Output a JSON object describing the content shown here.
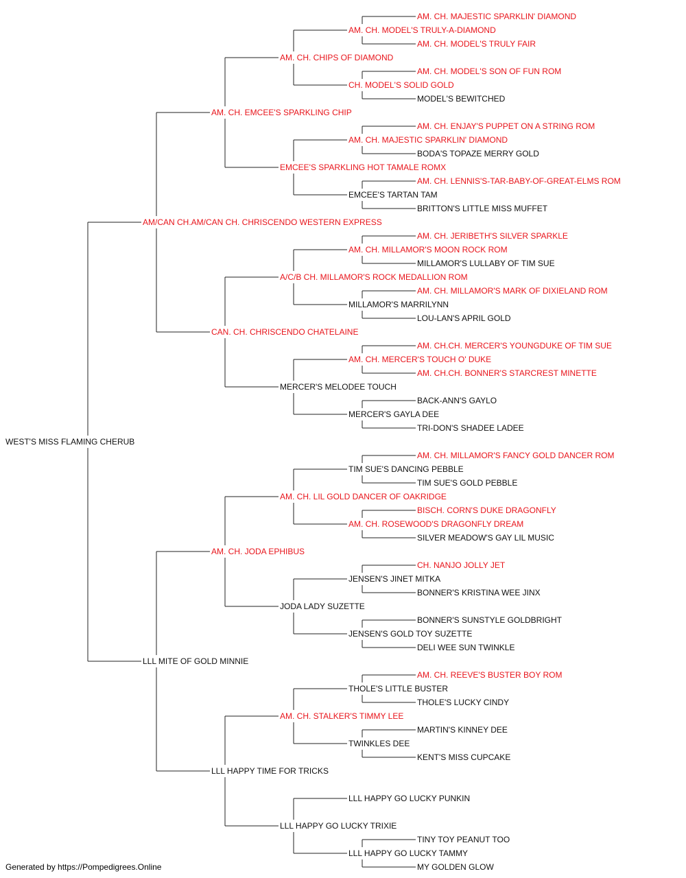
{
  "colors": {
    "champion": "#e8141b",
    "normal": "#111111",
    "line": "#222222"
  },
  "pedigree": {
    "name": "WEST'S MISS FLAMING CHERUB",
    "champion": false,
    "sire": {
      "name": "AM/CAN CH.AM/CAN CH. CHRISCENDO WESTERN EXPRESS",
      "champion": true,
      "sire": {
        "name": "AM. CH. EMCEE'S SPARKLING CHIP",
        "champion": true,
        "sire": {
          "name": "AM. CH. CHIPS OF DIAMOND",
          "champion": true,
          "sire": {
            "name": "AM. CH. MODEL'S TRULY-A-DIAMOND",
            "champion": true,
            "sire": {
              "name": "AM. CH. MAJESTIC SPARKLIN' DIAMOND",
              "champion": true
            },
            "dam": {
              "name": "AM. CH. MODEL'S TRULY FAIR",
              "champion": true
            }
          },
          "dam": {
            "name": "CH. MODEL'S SOLID GOLD",
            "champion": true,
            "sire": {
              "name": "AM. CH. MODEL'S SON OF FUN ROM",
              "champion": true
            },
            "dam": {
              "name": "MODEL'S BEWITCHED",
              "champion": false
            }
          }
        },
        "dam": {
          "name": "EMCEE'S SPARKLING HOT TAMALE ROMX",
          "champion": true,
          "sire": {
            "name": "AM. CH. MAJESTIC SPARKLIN' DIAMOND",
            "champion": true,
            "sire": {
              "name": "AM. CH. ENJAY'S PUPPET ON A STRING ROM",
              "champion": true
            },
            "dam": {
              "name": "BODA'S TOPAZE MERRY GOLD",
              "champion": false
            }
          },
          "dam": {
            "name": "EMCEE'S TARTAN TAM",
            "champion": false,
            "sire": {
              "name": "AM. CH. LENNIS'S-TAR-BABY-OF-GREAT-ELMS ROM",
              "champion": true
            },
            "dam": {
              "name": "BRITTON'S LITTLE MISS MUFFET",
              "champion": false
            }
          }
        }
      },
      "dam": {
        "name": "CAN. CH. CHRISCENDO CHATELAINE",
        "champion": true,
        "sire": {
          "name": "A/C/B CH. MILLAMOR'S ROCK MEDALLION ROM",
          "champion": true,
          "sire": {
            "name": "AM. CH. MILLAMOR'S MOON ROCK ROM",
            "champion": true,
            "sire": {
              "name": "AM. CH. JERIBETH'S SILVER SPARKLE",
              "champion": true
            },
            "dam": {
              "name": "MILLAMOR'S LULLABY OF TIM SUE",
              "champion": false
            }
          },
          "dam": {
            "name": "MILLAMOR'S MARRILYNN",
            "champion": false,
            "sire": {
              "name": "AM. CH. MILLAMOR'S MARK OF DIXIELAND ROM",
              "champion": true
            },
            "dam": {
              "name": "LOU-LAN'S APRIL GOLD",
              "champion": false
            }
          }
        },
        "dam": {
          "name": "MERCER'S MELODEE TOUCH",
          "champion": false,
          "sire": {
            "name": "AM. CH. MERCER'S TOUCH O' DUKE",
            "champion": true,
            "sire": {
              "name": "AM. CH.CH. MERCER'S YOUNGDUKE OF TIM SUE",
              "champion": true
            },
            "dam": {
              "name": "AM. CH.CH. BONNER'S STARCREST MINETTE",
              "champion": true
            }
          },
          "dam": {
            "name": "MERCER'S GAYLA DEE",
            "champion": false,
            "sire": {
              "name": "BACK-ANN'S GAYLO",
              "champion": false
            },
            "dam": {
              "name": "TRI-DON'S SHADEE LADEE",
              "champion": false
            }
          }
        }
      }
    },
    "dam": {
      "name": "LLL MITE OF GOLD MINNIE",
      "champion": false,
      "sire": {
        "name": "AM. CH. JODA EPHIBUS",
        "champion": true,
        "sire": {
          "name": "AM. CH. LIL GOLD DANCER OF OAKRIDGE",
          "champion": true,
          "sire": {
            "name": "TIM SUE'S DANCING PEBBLE",
            "champion": false,
            "sire": {
              "name": "AM. CH. MILLAMOR'S FANCY GOLD DANCER ROM",
              "champion": true
            },
            "dam": {
              "name": "TIM SUE'S GOLD PEBBLE",
              "champion": false
            }
          },
          "dam": {
            "name": "AM. CH. ROSEWOOD'S DRAGONFLY DREAM",
            "champion": true,
            "sire": {
              "name": "BISCH. CORN'S DUKE DRAGONFLY",
              "champion": true
            },
            "dam": {
              "name": "SILVER MEADOW'S GAY LIL MUSIC",
              "champion": false
            }
          }
        },
        "dam": {
          "name": "JODA LADY SUZETTE",
          "champion": false,
          "sire": {
            "name": "JENSEN'S JINET MITKA",
            "champion": false,
            "sire": {
              "name": "CH. NANJO JOLLY JET",
              "champion": true
            },
            "dam": {
              "name": "BONNER'S KRISTINA WEE JINX",
              "champion": false
            }
          },
          "dam": {
            "name": "JENSEN'S GOLD TOY SUZETTE",
            "champion": false,
            "sire": {
              "name": "BONNER'S SUNSTYLE GOLDBRIGHT",
              "champion": false
            },
            "dam": {
              "name": "DELI WEE SUN TWINKLE",
              "champion": false
            }
          }
        }
      },
      "dam": {
        "name": "LLL HAPPY TIME FOR TRICKS",
        "champion": false,
        "sire": {
          "name": "AM. CH. STALKER'S TIMMY LEE",
          "champion": true,
          "sire": {
            "name": "THOLE'S LITTLE BUSTER",
            "champion": false,
            "sire": {
              "name": "AM. CH. REEVE'S BUSTER BOY ROM",
              "champion": true
            },
            "dam": {
              "name": "THOLE'S LUCKY CINDY",
              "champion": false
            }
          },
          "dam": {
            "name": "TWINKLES DEE",
            "champion": false,
            "sire": {
              "name": "MARTIN'S KINNEY DEE",
              "champion": false
            },
            "dam": {
              "name": "KENT'S MISS CUPCAKE",
              "champion": false
            }
          }
        },
        "dam": {
          "name": "LLL HAPPY GO LUCKY TRIXIE",
          "champion": false,
          "sire": {
            "name": "LLL HAPPY GO LUCKY PUNKIN",
            "champion": false,
            "sire": null,
            "dam": null
          },
          "dam": {
            "name": "LLL HAPPY GO LUCKY TAMMY",
            "champion": false,
            "sire": {
              "name": "TINY TOY PEANUT TOO",
              "champion": false
            },
            "dam": {
              "name": "MY GOLDEN GLOW",
              "champion": false
            }
          }
        }
      }
    }
  },
  "footer": "Generated by https://Pompedigrees.Online"
}
